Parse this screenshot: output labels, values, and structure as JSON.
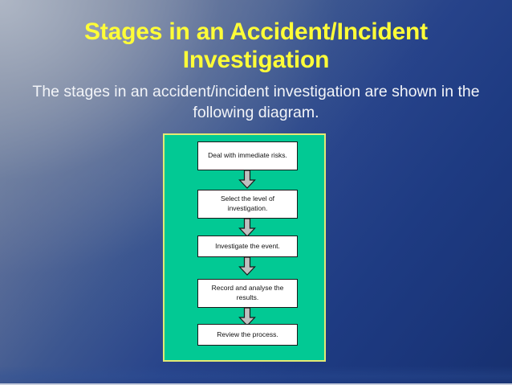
{
  "slide": {
    "title": "Stages in an Accident/Incident Investigation",
    "subtitle": "The stages in an accident/incident investigation are shown in the following diagram."
  },
  "colors": {
    "title_text": "#FFFD38",
    "subtitle_text": "#F2F4F8",
    "background_top_left": "#8E98AA",
    "background_bottom_right": "#17306F",
    "panel_fill": "#02C994",
    "panel_border": "#E4EA74",
    "node_fill": "#FFFFFF",
    "node_border": "#1A1A1A",
    "arrow_fill": "#BFBFBF",
    "arrow_border": "#1A1A1A"
  },
  "diagram": {
    "name": "accident-incident-investigation-stages",
    "orientation": "vertical-top-to-bottom",
    "nodes": [
      {
        "id": "stage-1",
        "label": "Deal with immediate risks.",
        "lines": 2
      },
      {
        "id": "stage-2",
        "label": "Select the level of investigation.",
        "lines": 2
      },
      {
        "id": "stage-3",
        "label": "Investigate the event.",
        "lines": 1
      },
      {
        "id": "stage-4",
        "label": "Record and analyse the results.",
        "lines": 2
      },
      {
        "id": "stage-5",
        "label": "Review the process.",
        "lines": 1
      }
    ],
    "connectors": [
      {
        "id": "arrow-1",
        "from": "stage-1",
        "to": "stage-2",
        "icon": "arrow-down-icon"
      },
      {
        "id": "arrow-2",
        "from": "stage-2",
        "to": "stage-3",
        "icon": "arrow-down-icon"
      },
      {
        "id": "arrow-3",
        "from": "stage-3",
        "to": "stage-4",
        "icon": "arrow-down-icon"
      },
      {
        "id": "arrow-4",
        "from": "stage-4",
        "to": "stage-5",
        "icon": "arrow-down-icon"
      }
    ]
  }
}
